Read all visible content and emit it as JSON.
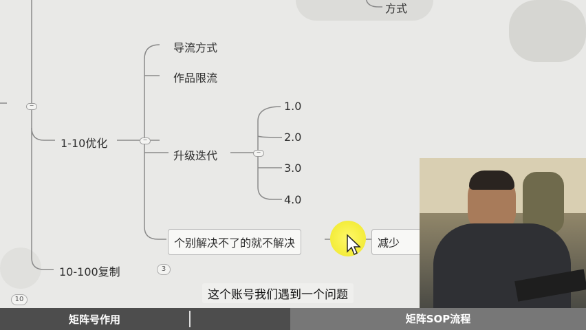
{
  "mindmap": {
    "top_partial": "方式",
    "n_daoliu": "导流方式",
    "n_zuopin": "作品限流",
    "n_youhua": "1-10优化",
    "n_shengji": "升级迭代",
    "v1": "1.0",
    "v2": "2.0",
    "v3": "3.0",
    "v4": "4.0",
    "n_geibie": "个别解决不了的就不解决",
    "n_jianshao": "减少",
    "n_fuzhi": "10-100复制",
    "fuzhi_count": "3",
    "page_num": "10"
  },
  "subtitle": "这个账号我们遇到一个问题",
  "footer": {
    "left": "矩阵号作用",
    "right": "矩阵SOP流程"
  },
  "colors": {
    "footer_dark": "#4d4d4d",
    "footer_light": "#777777",
    "cursor_highlight": "#f5ee40"
  }
}
